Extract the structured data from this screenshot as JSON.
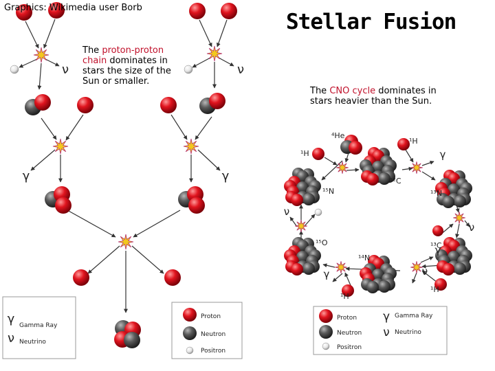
{
  "header": {
    "credit": "Graphics: Wikimedia user Borb",
    "title": "Stellar Fusion"
  },
  "captions": {
    "pp": {
      "prefix": "The ",
      "highlight": "proton-proton chain",
      "suffix": " dominates in stars the size of the Sun or smaller."
    },
    "cno": {
      "prefix": "The ",
      "highlight": "CNO cycle",
      "suffix": " dominates in stars heavier than the Sun."
    }
  },
  "symbols": {
    "gamma": "γ",
    "nu": "ν"
  },
  "cno_labels": {
    "he4": "⁴He",
    "h1_top_left": "¹H",
    "h1_top_right": "¹H",
    "h1_bottom_right": "¹H",
    "h1_bottom_left": "¹H",
    "c12": "¹²C",
    "n13": "¹³N",
    "n15": "¹⁵N",
    "c13": "¹³C",
    "n14": "¹⁴N",
    "o15": "¹⁵O"
  },
  "legend_pp": {
    "gamma": "Gamma Ray",
    "neutrino": "Neutrino",
    "proton": "Proton",
    "neutron": "Neutron",
    "positron": "Positron"
  },
  "legend_cno": {
    "proton": "Proton",
    "neutron": "Neutron",
    "positron": "Positron",
    "gamma": "Gamma Ray",
    "neutrino": "Neutrino"
  },
  "colors": {
    "proton": "#e0141e",
    "neutron": "#5a5a5a",
    "positron": "#e6e6e6",
    "arrow": "#333333",
    "highlight": "#c0102a",
    "star": "#f2c81e"
  }
}
